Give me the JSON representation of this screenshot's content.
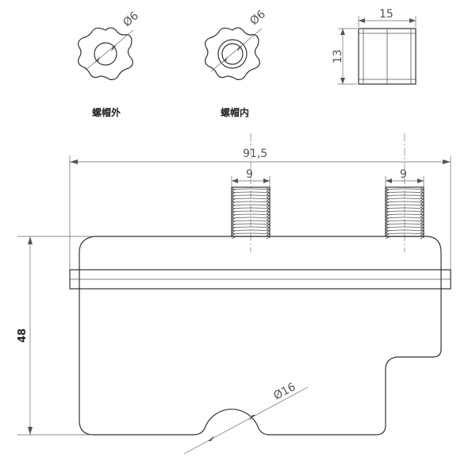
{
  "nut_outer": {
    "label": "螺帽外",
    "diameter_label": "Ø6"
  },
  "nut_inner": {
    "label": "螺帽内",
    "diameter_label": "Ø6"
  },
  "side_view": {
    "width_label": "15",
    "height_label": "13"
  },
  "main_body": {
    "width_label": "91,5",
    "height_label": "48",
    "notch_label": "Ø16",
    "left_thread_label": "9",
    "right_thread_label": "9"
  }
}
